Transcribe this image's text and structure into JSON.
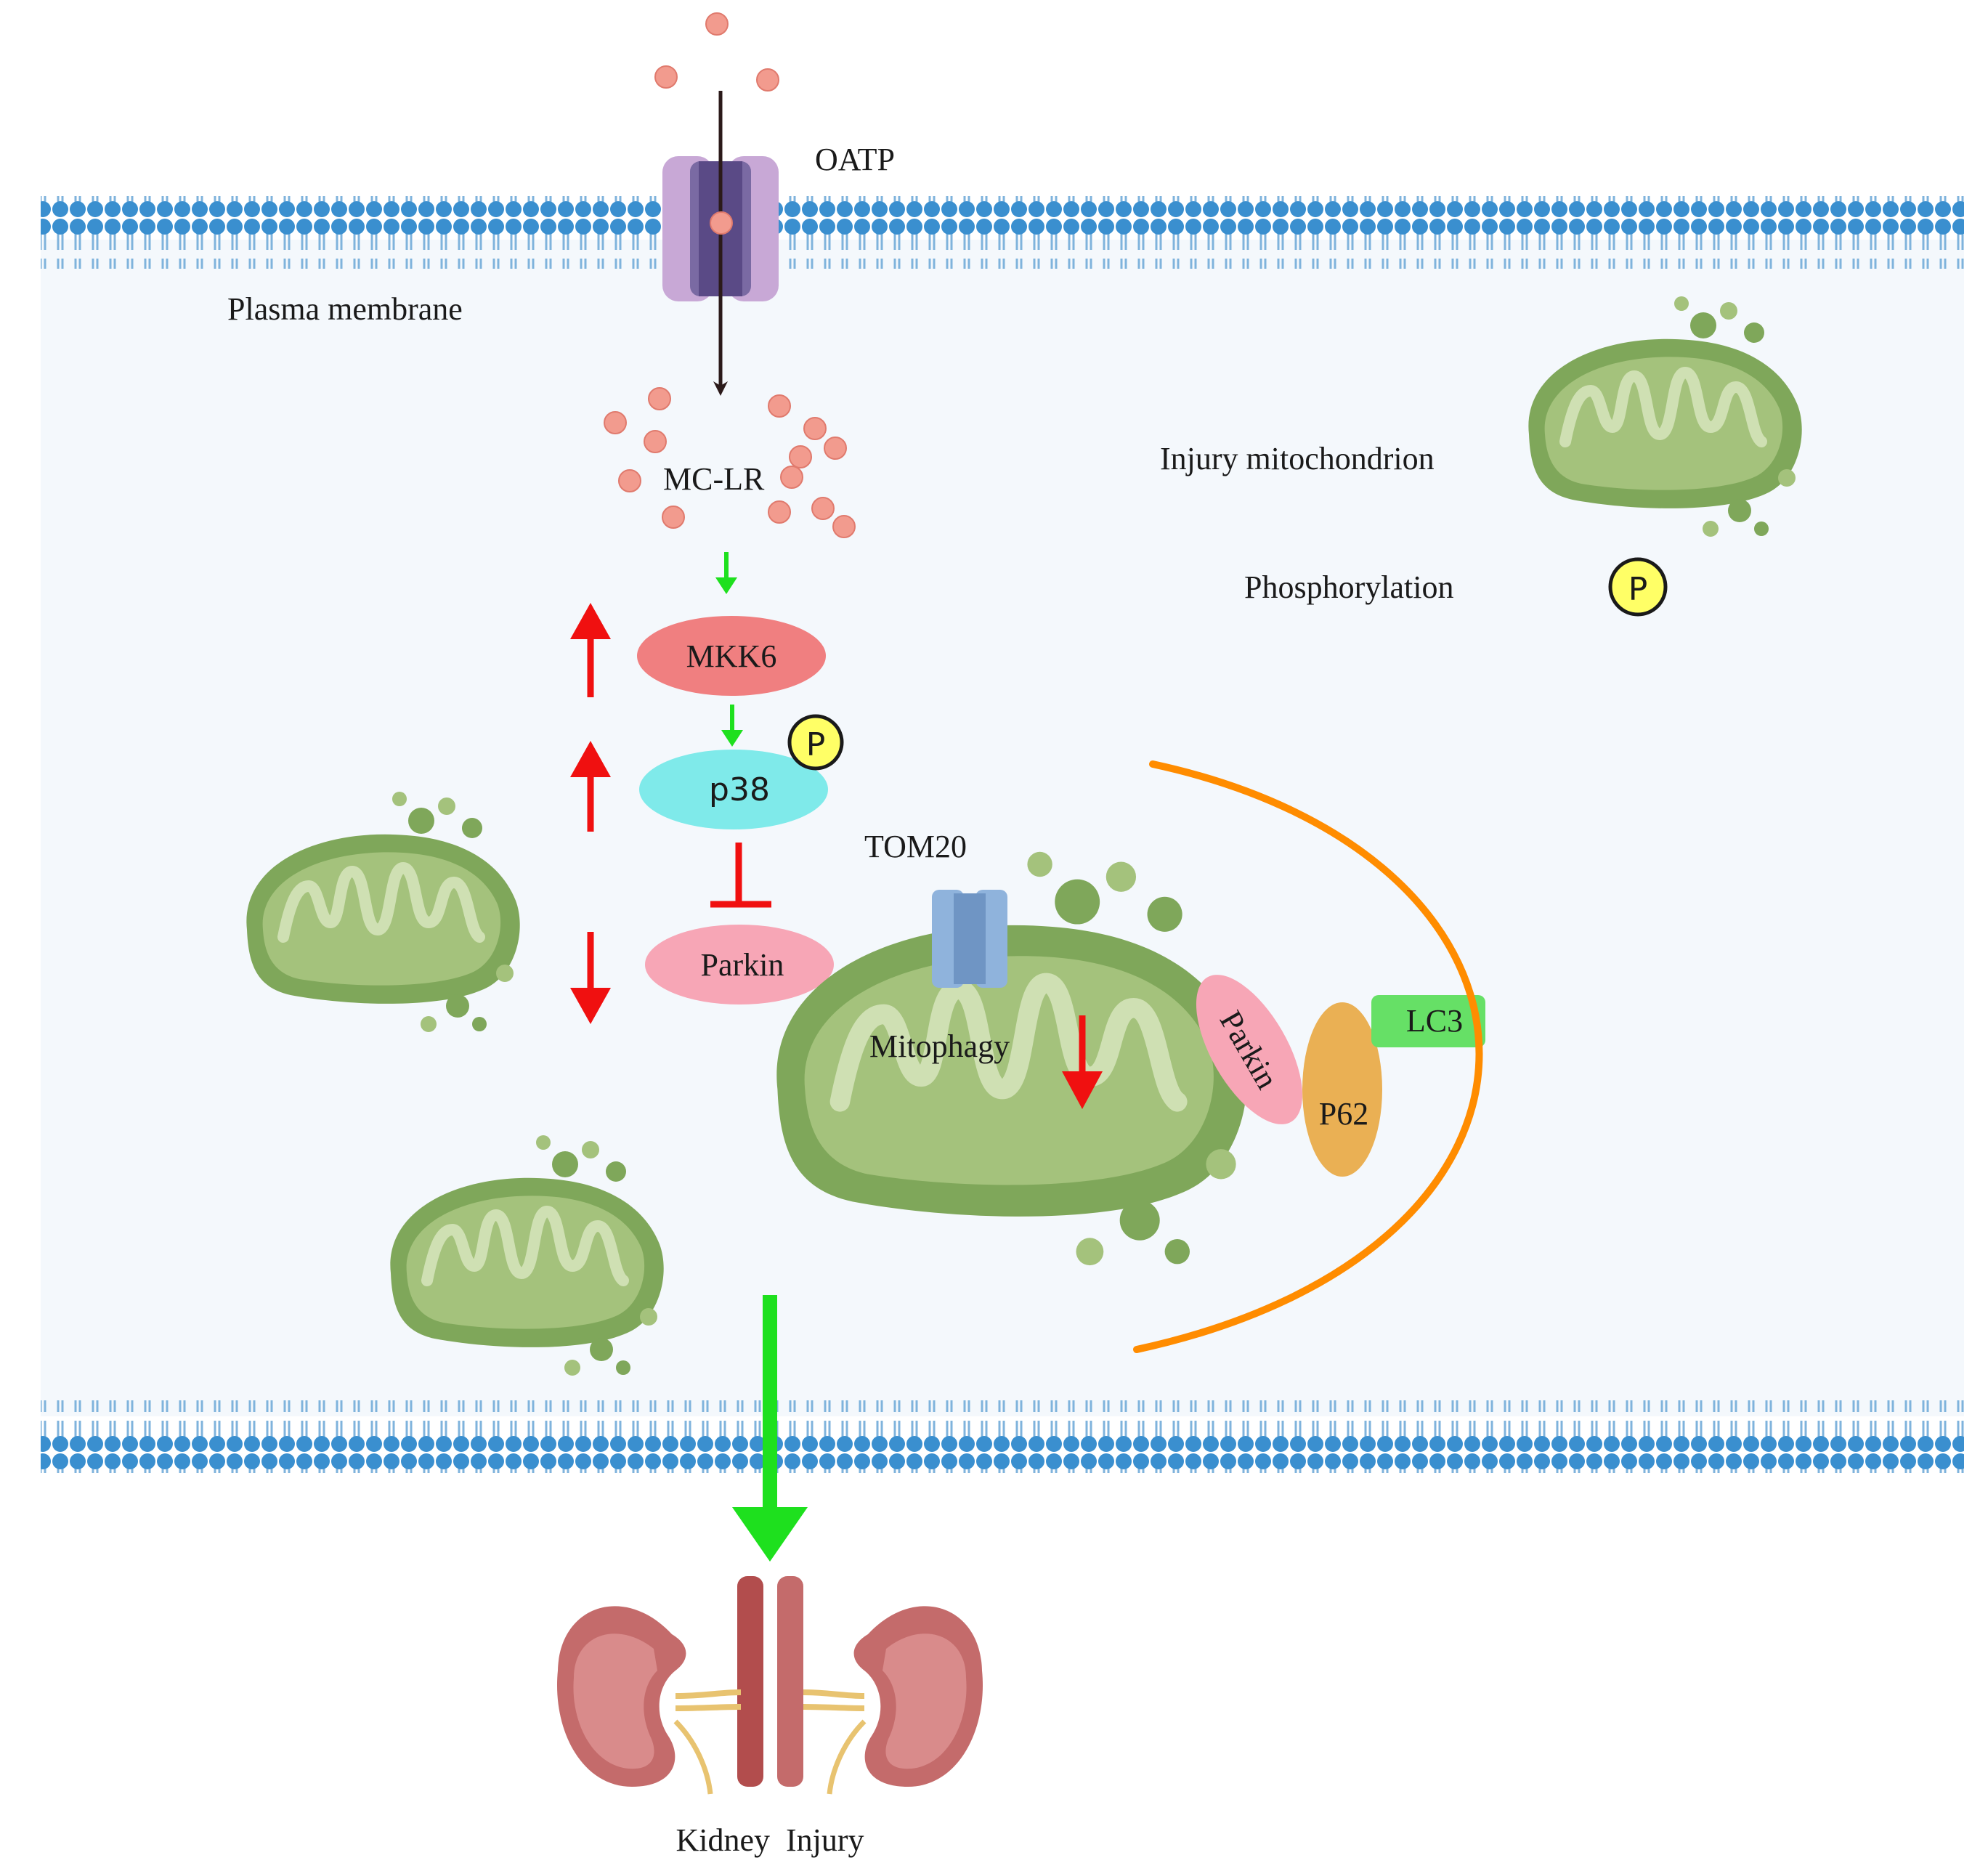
{
  "labels": {
    "oatp": "OATP",
    "plasma_membrane": "Plasma membrane",
    "mclr": "MC-LR",
    "injury_mitochondrion": "Injury mitochondrion",
    "phosphorylation": "Phosphorylation",
    "mkk6": "MKK6",
    "p38": "p38",
    "parkin": "Parkin",
    "tom20": "TOM20",
    "mitophagy": "Mitophagy",
    "parkin_bound": "Parkin",
    "p62": "P62",
    "lc3": "LC3",
    "kidney_injury": "Kidney  Injury",
    "p_symbol": "P"
  },
  "colors": {
    "membrane_head": "#3a8fcf",
    "membrane_tail": "#7fb3dc",
    "cytoplasm": "#f4f8fc",
    "oatp_outer": "#c8a8d6",
    "oatp_inner": "#7a6aa3",
    "mclr_dot": "#f29b8e",
    "up_red": "#f01010",
    "green_arrow": "#1ee01e",
    "mkk6": "#f07f80",
    "p38": "#7feaea",
    "parkin": "#f7a6b6",
    "p62": "#eab054",
    "lc3": "#66e066",
    "tom20": "#8fb3dc",
    "phago_arc": "#ff8c00",
    "mito_outer": "#7fa75a",
    "mito_inner": "#a4c27c",
    "mito_cristae": "#cfe0b3",
    "phospho_fill": "#ffff66",
    "kidney": "#c46b6b",
    "vessel": "#b24d4d"
  }
}
